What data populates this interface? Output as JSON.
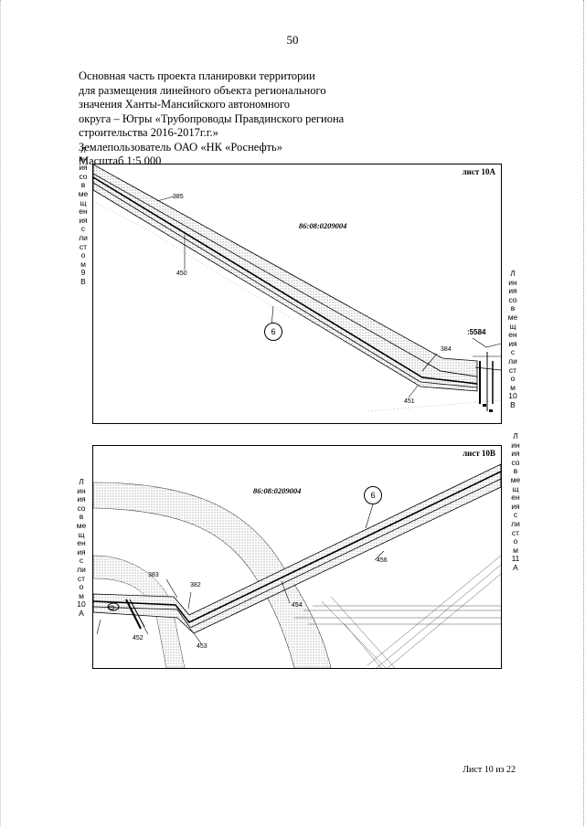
{
  "page_number": "50",
  "header_lines": [
    "Основная часть проекта планировки территории",
    "для размещения линейного объекта регионального",
    "значения Ханты-Мансийского автономного",
    "округа – Югры «Трубопроводы Правдинского региона",
    "строительства 2016-2017г.г.»",
    "Землепользователь ОАО «НК «Роснефть»",
    "Масштаб 1:5 000"
  ],
  "map1": {
    "sheet_label": "лист 10А",
    "cadastral": "86:08:0209004",
    "points": [
      "385",
      "450",
      "384",
      "451",
      "5584"
    ],
    "callout": "6",
    "left_vlabel": [
      "Л",
      "ин",
      "ия",
      "со",
      "в",
      "ме",
      "щ",
      "ен",
      "ия",
      "с",
      "ли",
      "ст",
      "о",
      "м",
      "9",
      "В"
    ],
    "right_vlabel": [
      "Л",
      "ин",
      "ия",
      "со",
      "в",
      "ме",
      "щ",
      "ен",
      "ия",
      "с",
      "ли",
      "ст",
      "о",
      "м",
      "10",
      "В"
    ]
  },
  "map2": {
    "sheet_label": "лист 10В",
    "cadastral": "86:08:0209004",
    "points": [
      "383",
      "382",
      "452",
      "453",
      "454",
      "456"
    ],
    "callout": "6",
    "left_vlabel": [
      "Л",
      "ин",
      "ия",
      "со",
      "в",
      "ме",
      "щ",
      "ен",
      "ия",
      "с",
      "ли",
      "ст",
      "о",
      "м",
      "10",
      "А"
    ],
    "right_vlabel": [
      "Л",
      "ин",
      "ия",
      "со",
      "в",
      "ме",
      "щ",
      "ен",
      "ия",
      "с",
      "ли",
      "ст",
      "о",
      "м",
      "11",
      "А"
    ]
  },
  "footer": "Лист 10 из 22"
}
